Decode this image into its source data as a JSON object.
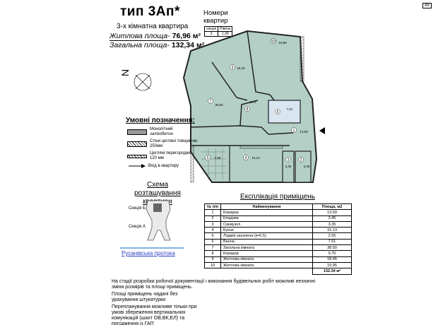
{
  "header": {
    "title": "тип 3Ап*",
    "subtitle": "3-х кімнатна квартира",
    "living_label": "Житлова площа-",
    "living_value": "76,96 м²",
    "total_label": "Загальна площа-",
    "total_value": "132,34 м²",
    "page_number": "49"
  },
  "apartment_numbers": {
    "title_line1": "Номери",
    "title_line2": "квартир",
    "table_header": [
      "секція",
      "Рівень"
    ],
    "table_row": [
      "3",
      "1.39"
    ]
  },
  "plan": {
    "rooms": [
      {
        "num": "1",
        "area": "13,69"
      },
      {
        "num": "2",
        "area": "3,45"
      },
      {
        "num": "3",
        "area": "3,35"
      },
      {
        "num": "4",
        "area": "15,13"
      },
      {
        "num": "5",
        "area": "2,55"
      },
      {
        "num": "6",
        "area": "7,51"
      },
      {
        "num": "7",
        "area": "38,50"
      },
      {
        "num": "8",
        "area": "9,70"
      },
      {
        "num": "9",
        "area": "18,45"
      },
      {
        "num": "10",
        "area": "19,95"
      }
    ],
    "north_letter": "N",
    "colors": {
      "room_fill": "#b3cfc6",
      "wall": "#222222",
      "hatch": "#555555"
    }
  },
  "legend": {
    "title": "Умовні позначення:",
    "items": [
      {
        "label_line1": "Монолітний",
        "label_line2": "залізобетон"
      },
      {
        "label_line1": "Стіни цегляні товщиною",
        "label_line2": "250мм"
      },
      {
        "label_line1": "Цегляні перегородки",
        "label_line2": "120 мм"
      },
      {
        "label_line1": "Вхід в квартиру",
        "label_line2": ""
      }
    ]
  },
  "schema": {
    "title_line1": "Схема розташування",
    "title_line2": "квартири",
    "section_b": "Секція Б",
    "section_a": "Секція А",
    "river": "Русанівська протока"
  },
  "explication": {
    "title": "Експлікація приміщень",
    "headers": [
      "№ п/п",
      "Найменування",
      "Площа, м2"
    ],
    "rows": [
      [
        "1",
        "Коридор",
        "13.69"
      ],
      [
        "2",
        "Кладова",
        "3.45"
      ],
      [
        "3",
        "Санвузол",
        "3.35"
      ],
      [
        "4",
        "Кухня",
        "15.13"
      ],
      [
        "5",
        "Лоджія засклена (к=0.5)",
        "2.55"
      ],
      [
        "6",
        "Ванна",
        "7.51"
      ],
      [
        "7",
        "Загальна кімната",
        "38.50"
      ],
      [
        "8",
        "Коридор",
        "9.70"
      ],
      [
        "9",
        "Житлова кімната",
        "18.45"
      ],
      [
        "10",
        "Житлова кімната",
        "19.95"
      ]
    ],
    "total": "132.34 м²"
  },
  "notes": [
    "На стадії розробки робочої документації і виконання будівельних робіт можливі незначні зміни розмірів та площі приміщень.",
    "Площі приміщень надані без урахування штукатурки",
    "Перепланування можливе тільки при умові збереження вертикальних комунікацій (шахт ОВ,ВК,ЕЛ) та погодження із ГАП"
  ]
}
